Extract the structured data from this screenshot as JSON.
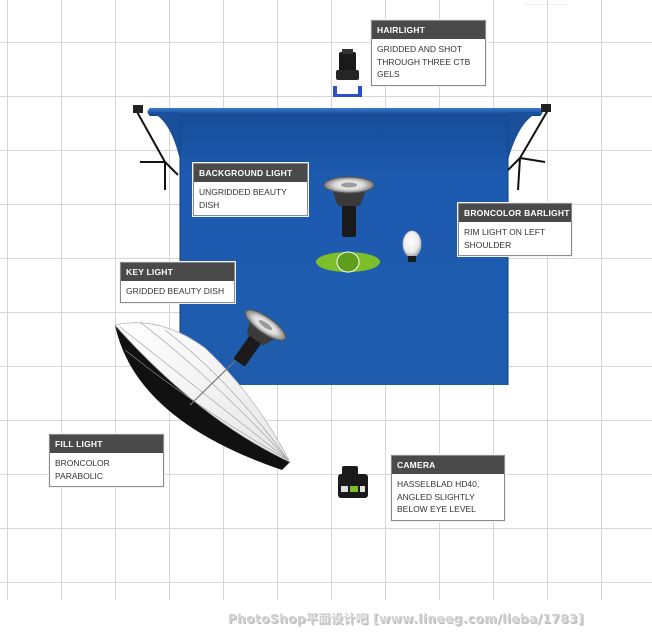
{
  "labels": {
    "hairlight": {
      "title": "HAIRLIGHT",
      "body": "GRIDDED AND SHOT THROUGH THREE CTB GELS"
    },
    "background_light": {
      "title": "BACKGROUND LIGHT",
      "body": "UNGRIDDED BEAUTY DISH"
    },
    "broncolor_barlight": {
      "title": "BRONCOLOR BARLIGHT",
      "body": "RIM LIGHT ON LEFT SHOULDER"
    },
    "key_light": {
      "title": "KEY LIGHT",
      "body": "GRIDDED BEAUTY DISH"
    },
    "fill_light": {
      "title": "FILL LIGHT",
      "body": "BRONCOLOR PARABOLIC"
    },
    "camera": {
      "title": "CAMERA",
      "body": "HASSELBLAD HD40, ANGLED SLIGHTLY BELOW EYE LEVEL"
    }
  },
  "watermark": "PhotoShop平面设计吧  [www.lineeg.com/lieba/1783]",
  "top_watermark": "......................",
  "colors": {
    "backdrop": "#1e5aa8",
    "backdrop_dark": "#174a91",
    "subject_green": "#7cbf2a",
    "label_header": "#4a4a4a",
    "gel_blue": "#2a4fd0"
  },
  "icons": [
    "hairlight-strobe-icon",
    "background-light-dish-icon",
    "key-light-dish-icon",
    "barlight-bulb-icon",
    "fill-umbrella-icon",
    "camera-icon",
    "subject-marker-icon",
    "backdrop-stand-icon"
  ]
}
